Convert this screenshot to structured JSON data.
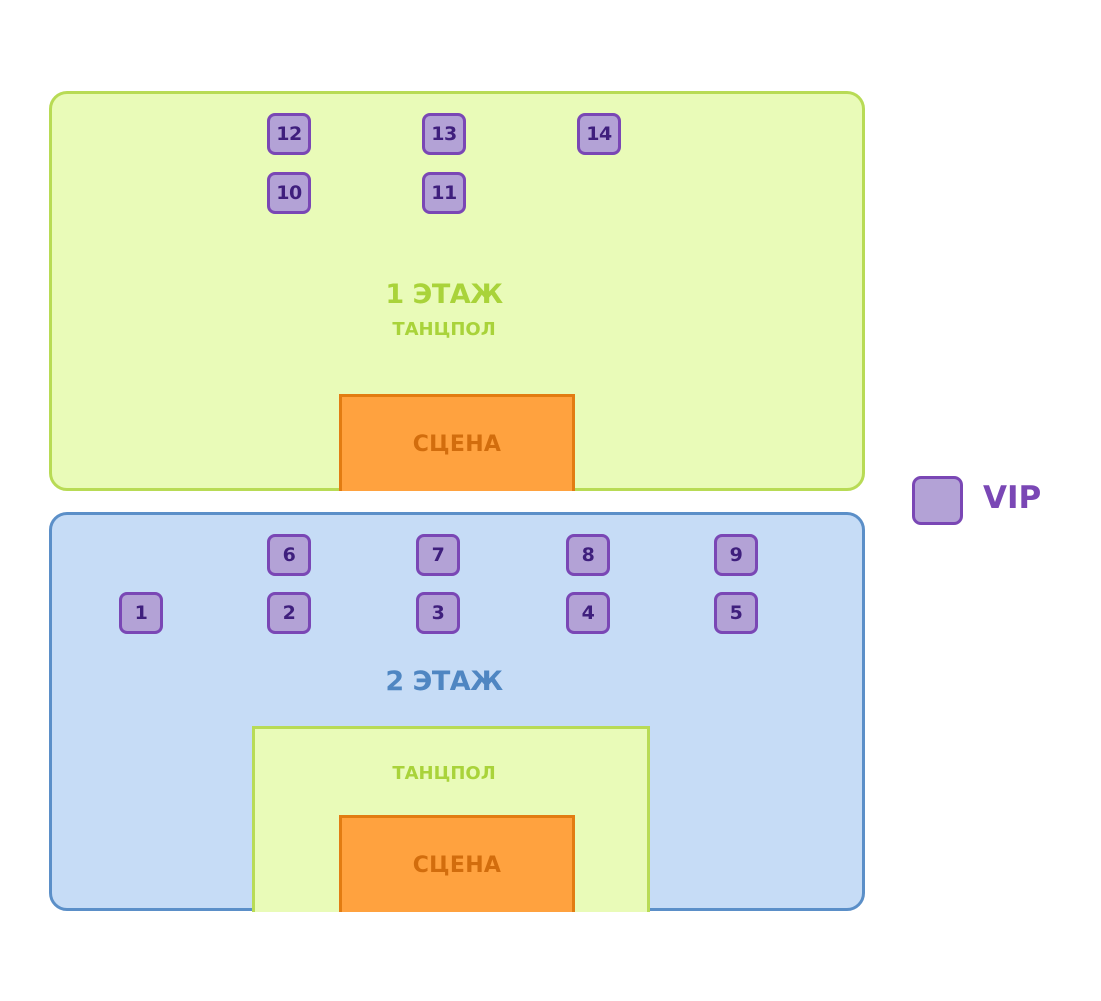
{
  "floors": {
    "first": {
      "title": "1 ЭТАЖ",
      "dance_floor": "ТАНЦПОЛ",
      "stage": "СЦЕНА",
      "fill": "#e9fbb8",
      "border": "#b8db55"
    },
    "second": {
      "title": "2 ЭТАЖ",
      "dance_floor": "ТАНЦПОЛ",
      "stage": "СЦЕНА",
      "fill": "#c6dcf6",
      "border": "#5b8fc8"
    }
  },
  "tables": {
    "t1": "1",
    "t2": "2",
    "t3": "3",
    "t4": "4",
    "t5": "5",
    "t6": "6",
    "t7": "7",
    "t8": "8",
    "t9": "9",
    "t10": "10",
    "t11": "11",
    "t12": "12",
    "t13": "13",
    "t14": "14"
  },
  "legend": {
    "vip": "VIP",
    "vip_color": "#b3a2d6",
    "vip_border": "#7a47b5"
  },
  "colors": {
    "stage": "#ffa23f",
    "stage_border": "#e27c12"
  }
}
